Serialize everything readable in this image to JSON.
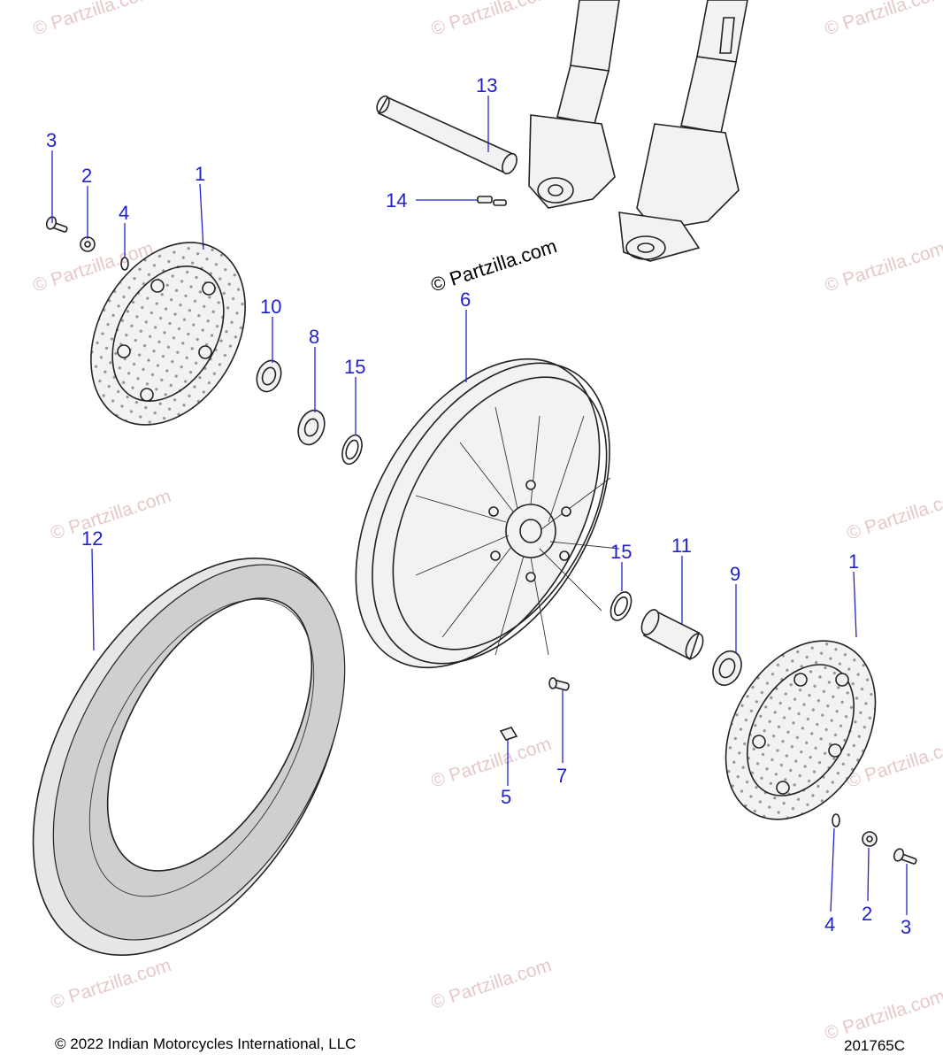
{
  "watermark": "© Partzilla.com",
  "copyright": "© 2022 Indian Motorcycles International, LLC",
  "diagram_id": "201765C",
  "callouts": [
    "1",
    "2",
    "3",
    "4",
    "5",
    "6",
    "7",
    "8",
    "9",
    "10",
    "11",
    "12",
    "13",
    "14",
    "15"
  ],
  "colors": {
    "callout": "#2222cc",
    "watermark": "#e6c8c8",
    "line": "#222222"
  }
}
